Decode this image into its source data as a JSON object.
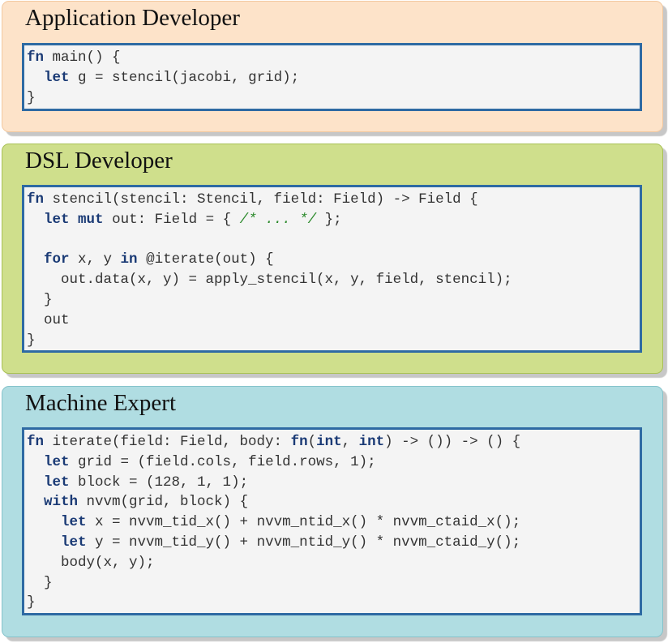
{
  "panels": [
    {
      "key": "application-developer",
      "title": "Application Developer",
      "colors": {
        "fill": "#fde3c9",
        "border": "#f3c9a0"
      },
      "code": [
        [
          [
            "kw",
            "fn"
          ],
          [
            "t",
            " main() {"
          ]
        ],
        [
          [
            "t",
            "  "
          ],
          [
            "kw",
            "let"
          ],
          [
            "t",
            " g = stencil(jacobi, grid);"
          ]
        ],
        [
          [
            "t",
            "}"
          ]
        ]
      ]
    },
    {
      "key": "dsl-developer",
      "title": "DSL Developer",
      "colors": {
        "fill": "#cfdf8c",
        "border": "#a9c156"
      },
      "code": [
        [
          [
            "kw",
            "fn"
          ],
          [
            "t",
            " stencil(stencil: Stencil, field: Field) -> Field {"
          ]
        ],
        [
          [
            "t",
            "  "
          ],
          [
            "kw",
            "let"
          ],
          [
            "t",
            " "
          ],
          [
            "kw",
            "mut"
          ],
          [
            "t",
            " out: Field = { "
          ],
          [
            "cm",
            "/* ... */"
          ],
          [
            "t",
            " };"
          ]
        ],
        [
          [
            "t",
            ""
          ]
        ],
        [
          [
            "t",
            "  "
          ],
          [
            "kw",
            "for"
          ],
          [
            "t",
            " x, y "
          ],
          [
            "kw",
            "in"
          ],
          [
            "t",
            " @iterate(out) {"
          ]
        ],
        [
          [
            "t",
            "    out.data(x, y) = apply_stencil(x, y, field, stencil);"
          ]
        ],
        [
          [
            "t",
            "  }"
          ]
        ],
        [
          [
            "t",
            "  out"
          ]
        ],
        [
          [
            "t",
            "}"
          ]
        ]
      ]
    },
    {
      "key": "machine-expert",
      "title": "Machine Expert",
      "colors": {
        "fill": "#b0dde2",
        "border": "#85c3cb"
      },
      "code": [
        [
          [
            "kw",
            "fn"
          ],
          [
            "t",
            " iterate(field: Field, body: "
          ],
          [
            "kw",
            "fn"
          ],
          [
            "t",
            "("
          ],
          [
            "kw",
            "int"
          ],
          [
            "t",
            ", "
          ],
          [
            "kw",
            "int"
          ],
          [
            "t",
            ") -> ()) -> () {"
          ]
        ],
        [
          [
            "t",
            "  "
          ],
          [
            "kw",
            "let"
          ],
          [
            "t",
            " grid = (field.cols, field.rows, 1);"
          ]
        ],
        [
          [
            "t",
            "  "
          ],
          [
            "kw",
            "let"
          ],
          [
            "t",
            " block = (128, 1, 1);"
          ]
        ],
        [
          [
            "t",
            "  "
          ],
          [
            "kw",
            "with"
          ],
          [
            "t",
            " nvvm(grid, block) {"
          ]
        ],
        [
          [
            "t",
            "    "
          ],
          [
            "kw",
            "let"
          ],
          [
            "t",
            " x = nvvm_tid_x() + nvvm_ntid_x() * nvvm_ctaid_x();"
          ]
        ],
        [
          [
            "t",
            "    "
          ],
          [
            "kw",
            "let"
          ],
          [
            "t",
            " y = nvvm_tid_y() + nvvm_ntid_y() * nvvm_ctaid_y();"
          ]
        ],
        [
          [
            "t",
            "    body(x, y);"
          ]
        ],
        [
          [
            "t",
            "  }"
          ]
        ],
        [
          [
            "t",
            "}"
          ]
        ]
      ]
    }
  ]
}
